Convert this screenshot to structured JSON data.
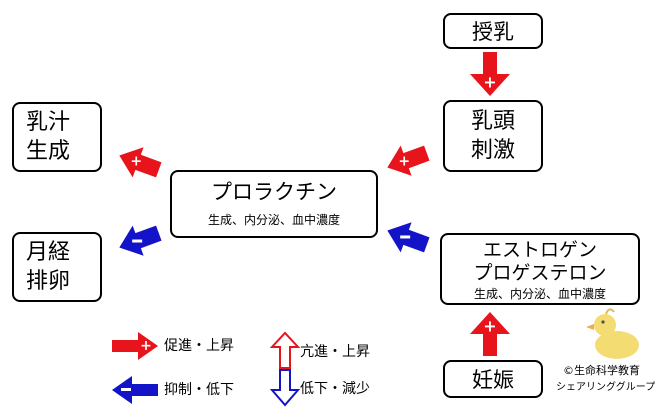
{
  "nodes": {
    "junyu": "授乳",
    "nyutou": [
      "乳頭",
      "刺激"
    ],
    "nyuju": [
      "乳汁",
      "生成"
    ],
    "prolactin": {
      "title": "プロラクチン",
      "sub": "生成、内分泌、血中濃度"
    },
    "gekkei": [
      "月経",
      "排卵"
    ],
    "estrogen": {
      "line1": "エストロゲン",
      "line2": "プロゲステロン",
      "sub": "生成、内分泌、血中濃度"
    },
    "ninshin": "妊娠"
  },
  "legend": {
    "promote": "促進・上昇",
    "suppress": "抑制・低下",
    "increase": "亢進・上昇",
    "decrease": "低下・減少"
  },
  "credit": {
    "line1": "©生命科学教育",
    "line2": "シェアリンググループ"
  },
  "colors": {
    "red": "#e8141c",
    "blue": "#1313c8",
    "black": "#000000"
  }
}
